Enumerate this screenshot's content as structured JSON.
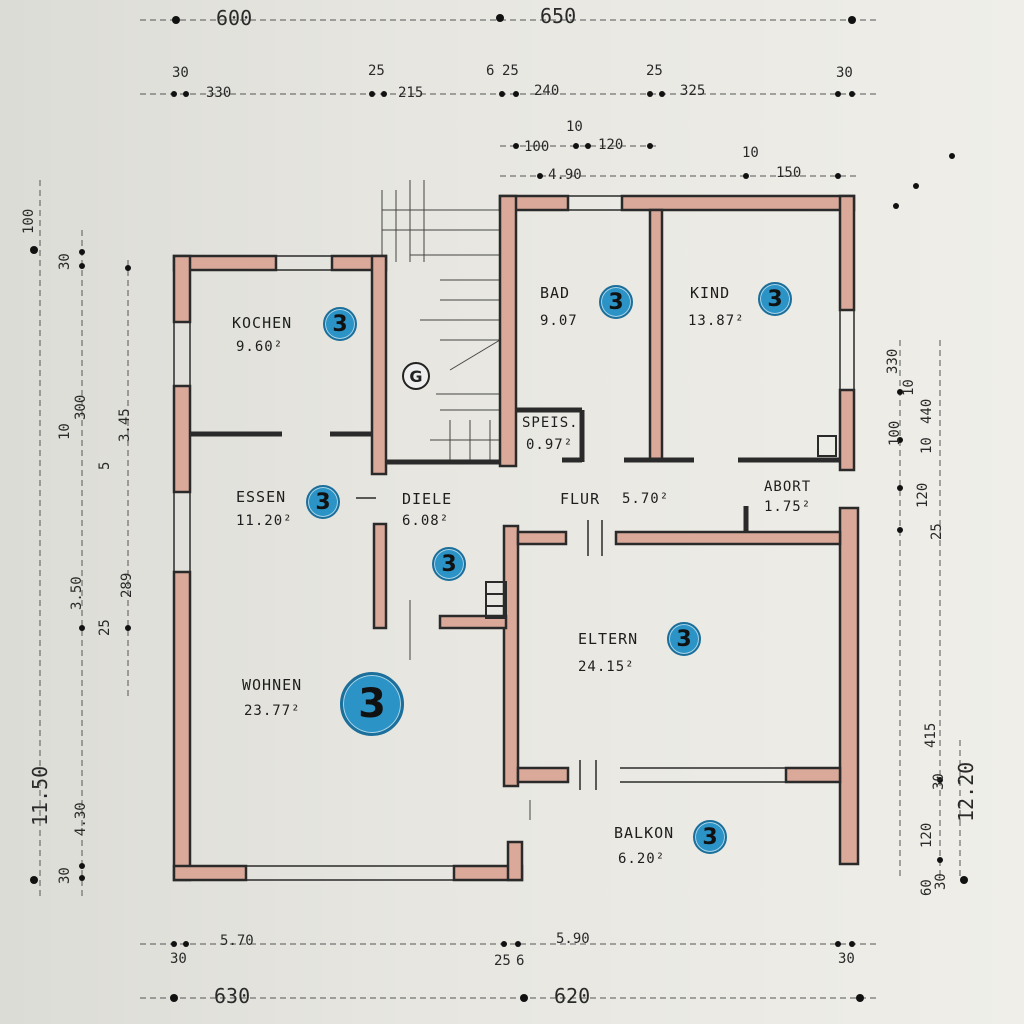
{
  "rooms": {
    "kochen": {
      "name": "KOCHEN",
      "area": "9.60²"
    },
    "bad": {
      "name": "BAD",
      "area": "9.07"
    },
    "kind": {
      "name": "KIND",
      "area": "13.87²"
    },
    "speis": {
      "name": "SPEIS.",
      "area": "0.97²"
    },
    "essen": {
      "name": "ESSEN",
      "area": "11.20²"
    },
    "diele": {
      "name": "DIELE",
      "area": "6.08²"
    },
    "flur": {
      "name": "FLUR",
      "area": "5.70²"
    },
    "abort": {
      "name": "ABORT",
      "area": "1.75²"
    },
    "eltern": {
      "name": "ELTERN",
      "area": "24.15²"
    },
    "wohnen": {
      "name": "WOHNEN",
      "area": "23.77²"
    },
    "balkon": {
      "name": "BALKON",
      "area": "6.20²"
    }
  },
  "badge_number": "3",
  "gas_marker": "G",
  "dimensions": {
    "top_600": "600",
    "top_650": "650",
    "t_30a": "30",
    "t_330": "330",
    "t_25a": "25",
    "t_215": "215",
    "t_6": "6",
    "t_25b": "25",
    "t_240": "240",
    "t_25c": "25",
    "t_325": "325",
    "t_30b": "30",
    "t_100": "100",
    "t_10a": "10",
    "t_120": "120",
    "t_490": "4.90",
    "t_10b": "10",
    "t_150": "150",
    "b_30a": "30",
    "b_570": "5.70",
    "b_25": "25",
    "b_6": "6",
    "b_590": "5.90",
    "b_30b": "30",
    "bot_630": "630",
    "bot_620": "620",
    "l_100": "100",
    "l_30a": "30",
    "l_10": "10",
    "l_300": "300",
    "l_345": "3.45",
    "l_5": "5",
    "l_350": "3.50",
    "l_25": "25",
    "l_289": "289",
    "l_1150": "11.50",
    "l_430": "4.30",
    "l_30b": "30",
    "r_330": "330",
    "r_10a": "10",
    "r_440": "440",
    "r_100": "100",
    "r_10b": "10",
    "r_120a": "120",
    "r_25": "25",
    "r_415": "415",
    "r_30": "30",
    "r_1220": "12.20",
    "r_120b": "120",
    "r_60": "60",
    "r_30c": "30"
  },
  "colors": {
    "wall_fill": "#dba99a",
    "wall_edge": "#2a2a2a",
    "badge": "#2b93c6"
  }
}
